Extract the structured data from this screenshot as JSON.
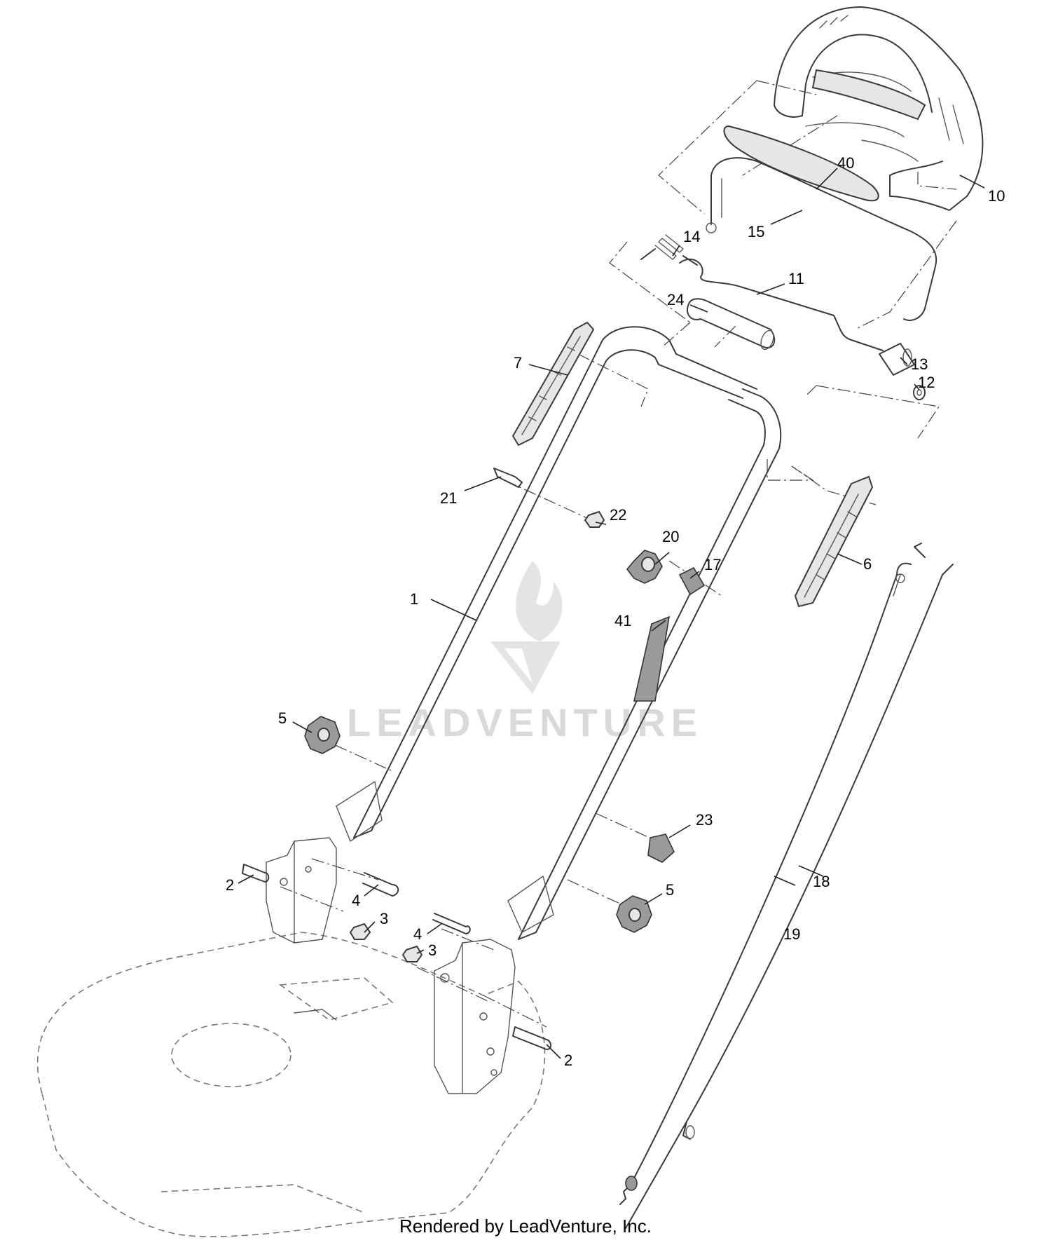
{
  "footer": {
    "credit": "Rendered by LeadVenture, Inc."
  },
  "watermark": {
    "text": "LEADVENTURE"
  },
  "callouts": {
    "c1": "1",
    "c2a": "2",
    "c2b": "2",
    "c3a": "3",
    "c3b": "3",
    "c4a": "4",
    "c4b": "4",
    "c5a": "5",
    "c5b": "5",
    "c6": "6",
    "c7": "7",
    "c10": "10",
    "c11": "11",
    "c12": "12",
    "c13": "13",
    "c14": "14",
    "c15": "15",
    "c17": "17",
    "c18": "18",
    "c19": "19",
    "c20": "20",
    "c21": "21",
    "c22": "22",
    "c23": "23",
    "c24": "24",
    "c40": "40",
    "c41": "41"
  },
  "colors": {
    "line": "#3a3a3a",
    "watermark": "#d9d9d9",
    "background": "#ffffff"
  }
}
